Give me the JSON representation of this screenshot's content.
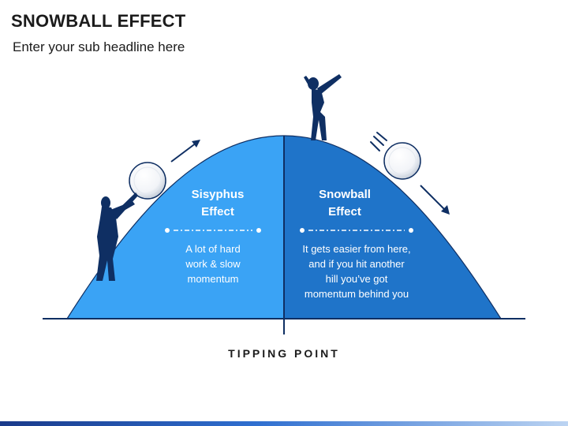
{
  "header": {
    "title": "SNOWBALL EFFECT",
    "subtitle": "Enter your sub headline here"
  },
  "left_panel": {
    "title_line1": "Sisyphus",
    "title_line2": "Effect",
    "text_line1": "A lot of hard",
    "text_line2": "work & slow",
    "text_line3": "momentum"
  },
  "right_panel": {
    "title_line1": "Snowball",
    "title_line2": "Effect",
    "text_line1": "It gets easier from here,",
    "text_line2": "and if you hit another",
    "text_line3": "hill you’ve got",
    "text_line4": "momentum behind you"
  },
  "axis_label": "TIPPING POINT",
  "colors": {
    "left_fill": "#3aa3f5",
    "right_fill": "#1f74c9",
    "navy": "#0f2f63",
    "snowball": "#ffffff"
  },
  "icons": [
    "person-pushing-icon",
    "person-celebrating-icon",
    "snowball-icon",
    "arrow-up-right-icon",
    "arrow-down-right-icon",
    "motion-lines-icon"
  ]
}
